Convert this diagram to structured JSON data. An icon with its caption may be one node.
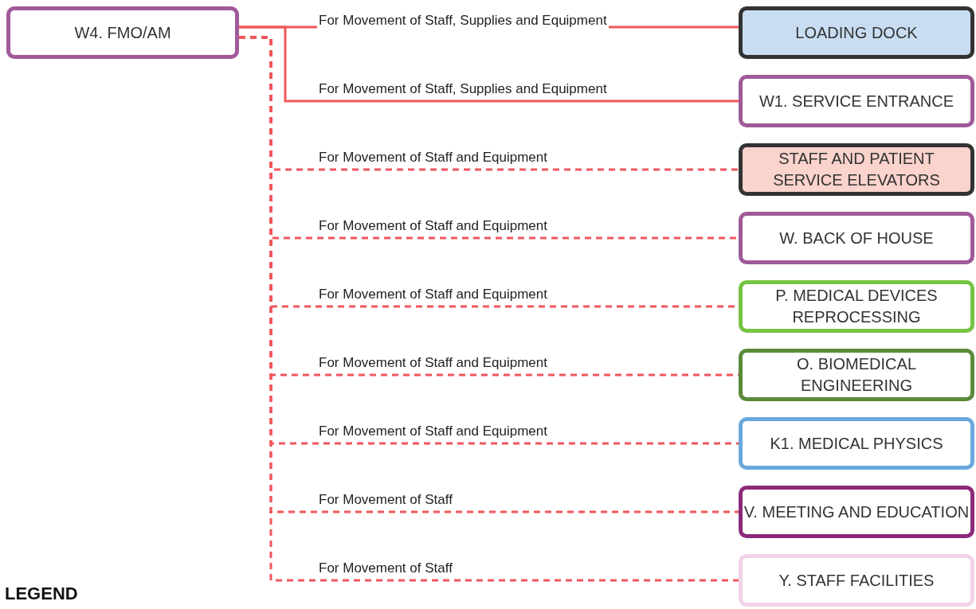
{
  "diagram": {
    "nodes": [
      {
        "text": [
          "W4. FMO/AM"
        ]
      },
      {
        "text": [
          "LOADING DOCK"
        ]
      },
      {
        "text": [
          "W1. SERVICE ENTRANCE"
        ]
      },
      {
        "text": [
          "STAFF AND PATIENT SERVICE ELEVATORS"
        ]
      },
      {
        "text": [
          "W. BACK OF HOUSE"
        ]
      },
      {
        "text": [
          "P. MEDICAL DEVICES REPROCESSING"
        ]
      },
      {
        "text": [
          "O. BIOMEDICAL ENGINEERING"
        ]
      },
      {
        "text": [
          "K1. MEDICAL PHYSICS"
        ]
      },
      {
        "text": [
          "V. MEETING AND EDUCATION"
        ]
      },
      {
        "text": [
          "Y. STAFF FACILITIES"
        ]
      }
    ],
    "edges": [
      {
        "from": 0,
        "to": 1,
        "arrow": "none",
        "label": "For Movement of Staff, Supplies and Equipment"
      },
      {
        "from": 0,
        "to": 2,
        "arrow": "none",
        "label": "For Movement of Staff, Supplies and Equipment"
      },
      {
        "from": 0,
        "to": 3,
        "arrow": "none",
        "label": "For Movement of Staff and Equipment",
        "style": "dashed"
      },
      {
        "from": 0,
        "to": 4,
        "arrow": "none",
        "label": "For Movement of Staff and Equipment",
        "style": "dashed"
      },
      {
        "from": 0,
        "to": 5,
        "arrow": "none",
        "label": "For Movement of Staff and Equipment",
        "style": "dashed"
      },
      {
        "from": 0,
        "to": 6,
        "arrow": "none",
        "label": "For Movement of Staff and Equipment",
        "style": "dashed"
      },
      {
        "from": 0,
        "to": 7,
        "arrow": "none",
        "label": "For Movement of Staff and Equipment",
        "style": "dashed"
      },
      {
        "from": 0,
        "to": 8,
        "arrow": "none",
        "label": "For Movement of Staff",
        "style": "dashed"
      },
      {
        "from": 0,
        "to": 9,
        "arrow": "none",
        "label": "For Movement of Staff",
        "style": "dashed"
      }
    ],
    "labels": [
      "LEGEND"
    ]
  }
}
